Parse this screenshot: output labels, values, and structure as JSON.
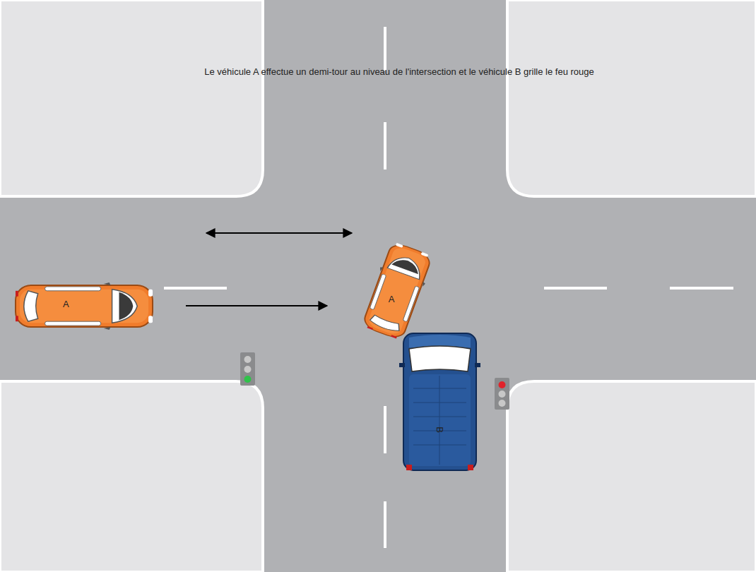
{
  "diagram": {
    "title": "Le véhicule A effectue un demi-tour au niveau de l'intersection et le véhicule B grille le feu rouge",
    "nodes": [
      {
        "text": [
          "A"
        ]
      },
      {
        "text": [
          "A"
        ]
      },
      {
        "text": [
          "B"
        ]
      }
    ]
  }
}
